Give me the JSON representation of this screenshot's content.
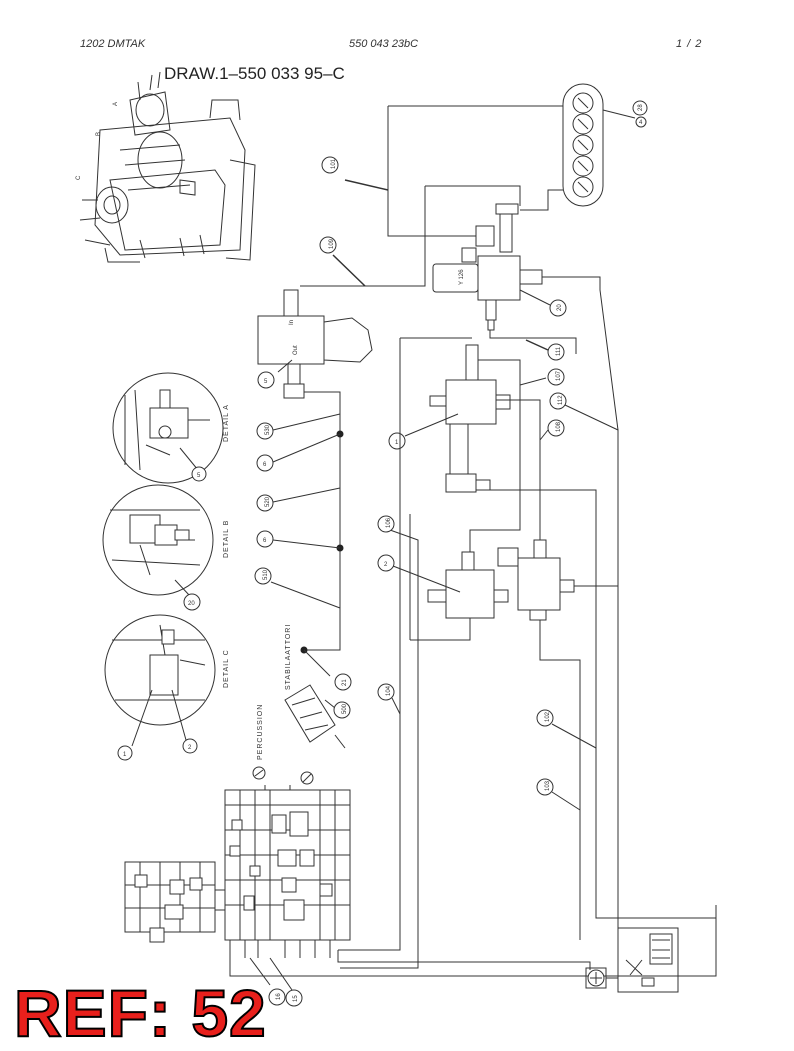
{
  "header": {
    "left": "1202   DMTAK",
    "center": "550 043 23bC",
    "right": "1 /  2"
  },
  "drawing_title": "DRAW.1–550 033 95–C",
  "ref_label": "REF: 52",
  "detail_labels": {
    "a": "DETAIL A",
    "b": "DETAIL B",
    "c": "DETAIL C"
  },
  "section_labels": {
    "stabilizers": "STABILAATTORI",
    "percussion": "PERCUSSION"
  },
  "overview_letters": {
    "a": "A",
    "b": "B",
    "c": "C"
  },
  "port_labels": {
    "in": "In",
    "out": "Out",
    "y": "Y 126"
  },
  "callouts": {
    "c28": "28",
    "c4": "4",
    "c101": "101",
    "c109": "109",
    "c20a": "20",
    "c111": "111",
    "c107": "107",
    "c112": "112",
    "c108": "108",
    "c1a": "1",
    "c5a": "5",
    "c530": "530",
    "c6a": "6",
    "c520": "520",
    "c6b": "6",
    "c510": "510",
    "c21": "21",
    "c500": "500",
    "c106": "106",
    "c2a": "2",
    "c104": "104",
    "c102": "102",
    "c103": "103",
    "c16": "16",
    "c15": "15",
    "c5b": "5",
    "c20b": "20",
    "c1b": "1",
    "c2b": "2"
  }
}
